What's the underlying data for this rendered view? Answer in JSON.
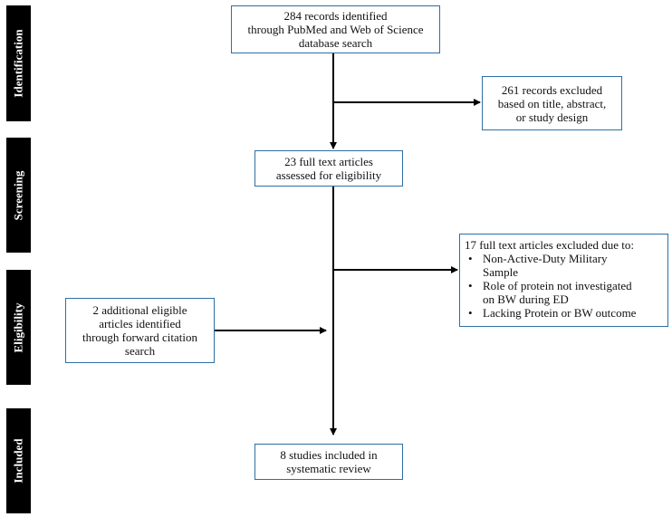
{
  "phases": {
    "identification": "Identification",
    "screening": "Screening",
    "eligibility": "Eligibility",
    "included": "Included"
  },
  "boxes": {
    "identified": [
      "284 records identified",
      "through PubMed and Web of Science",
      "database search"
    ],
    "excluded_title": [
      "261 records excluded",
      "based on title, abstract,",
      "or study design"
    ],
    "full_text": [
      "23 full text articles",
      "assessed for eligibility"
    ],
    "full_text_excluded": {
      "header": "17 full text articles excluded due to:",
      "items": [
        [
          "Non-Active-Duty Military",
          "Sample"
        ],
        [
          "Role of protein not investigated",
          "on BW during ED"
        ],
        [
          "Lacking Protein or BW outcome"
        ]
      ]
    },
    "additional": [
      "2 additional eligible",
      "articles identified",
      "through forward citation",
      "search"
    ],
    "included": [
      "8 studies included in",
      "systematic review"
    ]
  }
}
